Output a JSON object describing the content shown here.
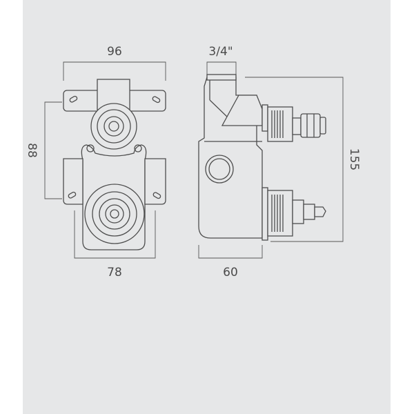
{
  "dimensions": {
    "front_width_top": "96",
    "front_height_left": "88",
    "front_width_bottom": "78",
    "side_connection": "3/4\"",
    "side_height_right": "155",
    "side_depth_bottom": "60"
  },
  "colors": {
    "panel_background": "#e6e7e8",
    "line": "#4d4d4d",
    "text": "#4a4a4a"
  }
}
